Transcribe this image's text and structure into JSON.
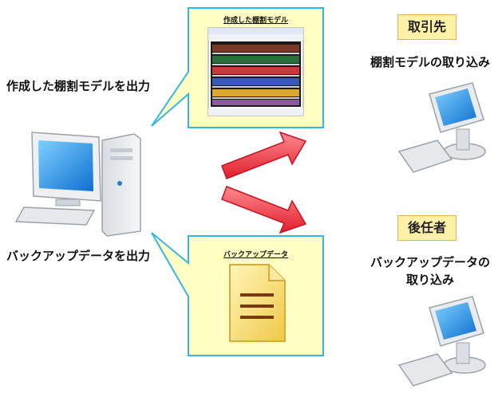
{
  "left": {
    "label_export_model": "作成した棚割モデルを出力",
    "label_export_backup": "バックアップデータを出力"
  },
  "callouts": {
    "model_title": "作成した棚割モデル",
    "backup_title": "バックアップデータ"
  },
  "right": {
    "client_role": "取引先",
    "client_action": "棚割モデルの取り込み",
    "successor_role": "後任者",
    "successor_action_line1": "バックアップデータの",
    "successor_action_line2": "取り込み"
  },
  "colors": {
    "callout_fill": "#ffffc4",
    "callout_border": "#35b6e8",
    "arrow_fill": "#f04650",
    "role_box_fill": "#fff2a8",
    "screen_blue": "#1f86e0"
  },
  "icons": [
    "desktop-computer-icon",
    "planogram-screenshot",
    "document-icon",
    "computer-icon"
  ]
}
